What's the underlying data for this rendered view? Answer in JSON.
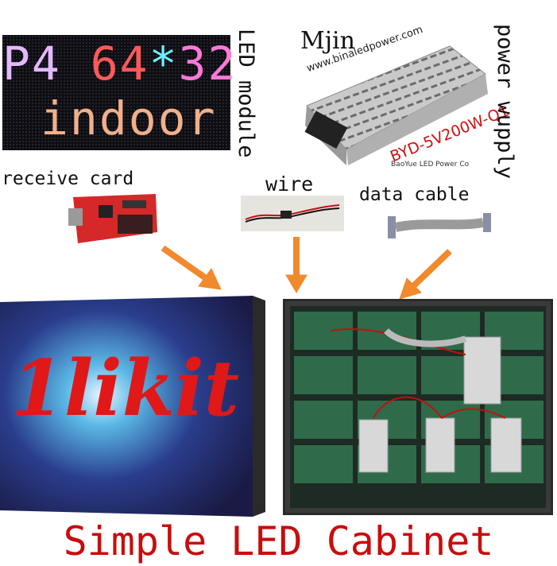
{
  "led_module": {
    "line1": [
      "P4",
      "64",
      "*",
      "32"
    ],
    "line2": "indoor",
    "label": "LED module"
  },
  "power_supply": {
    "brand": "Mjin",
    "website": "www.binaledpower.com",
    "model": "BYD-5V200W-Q1",
    "maker_text": "BaoYue LED Power Co",
    "label": "power wupply"
  },
  "receive_card": {
    "label": "receive card"
  },
  "wire": {
    "label": "wire"
  },
  "data_cable": {
    "label": "data cable"
  },
  "front_cabinet": {
    "logo": "1likit"
  },
  "footer": {
    "title": "Simple LED Cabinet"
  },
  "colors": {
    "arrow": "#f08a2c",
    "footer_text": "#c80d0d",
    "logo_one": "#22c23a",
    "logo_text": "#e01818",
    "logo_dot": "#2040d0"
  }
}
